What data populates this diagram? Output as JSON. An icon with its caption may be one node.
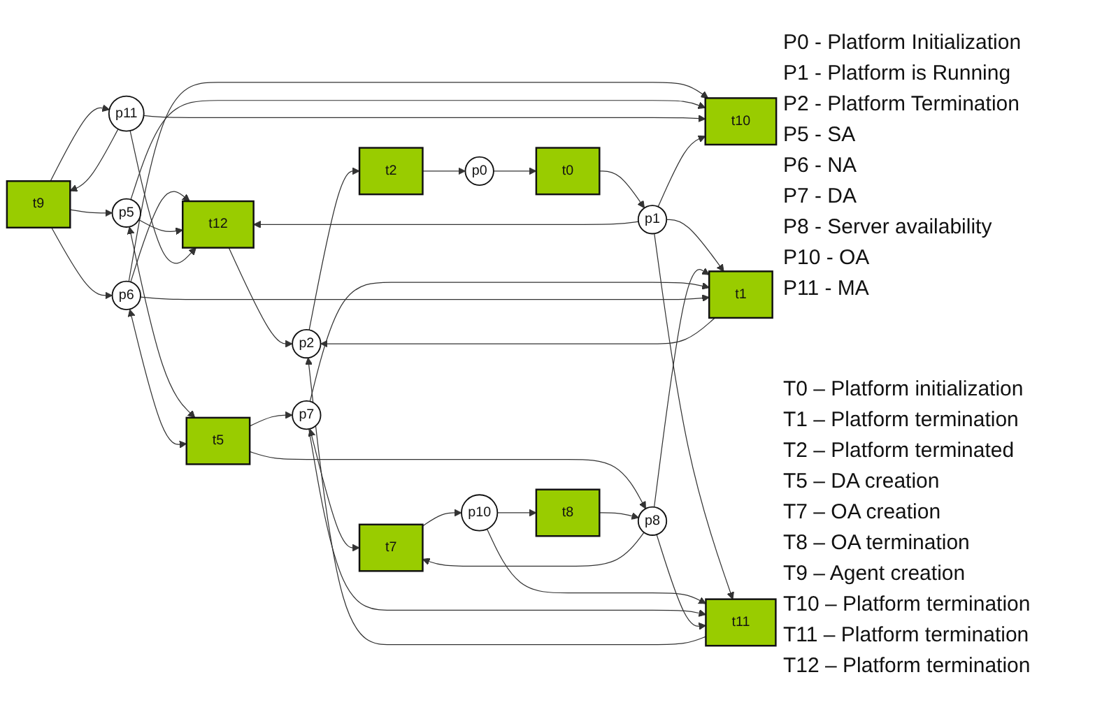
{
  "diagram": {
    "nodes": [
      {
        "text": [
          "t9"
        ]
      },
      {
        "text": [
          "p11"
        ]
      },
      {
        "text": [
          "t12"
        ]
      },
      {
        "text": [
          "t2"
        ]
      },
      {
        "text": [
          "p5"
        ]
      },
      {
        "text": [
          "p6"
        ]
      },
      {
        "text": [
          "p0"
        ]
      },
      {
        "text": [
          "t5"
        ]
      },
      {
        "text": [
          "t10"
        ]
      },
      {
        "text": [
          "t0"
        ]
      },
      {
        "text": [
          "p7"
        ]
      },
      {
        "text": [
          "p8"
        ]
      },
      {
        "text": [
          "p1"
        ]
      },
      {
        "text": [
          "t11"
        ]
      },
      {
        "text": [
          "t1"
        ]
      },
      {
        "text": [
          "p2"
        ]
      },
      {
        "text": [
          "t7"
        ]
      },
      {
        "text": [
          "t8"
        ]
      },
      {
        "text": [
          "p10"
        ]
      }
    ],
    "edges": [
      {
        "from": 6,
        "to": 9,
        "arrow": "to"
      },
      {
        "from": 9,
        "to": 12,
        "arrow": "to"
      },
      {
        "from": 3,
        "to": 6,
        "arrow": "to"
      },
      {
        "from": 15,
        "to": 3,
        "arrow": "to"
      },
      {
        "from": 12,
        "to": 14,
        "arrow": "to"
      },
      {
        "from": 14,
        "to": 15,
        "arrow": "to"
      },
      {
        "from": 12,
        "to": 13,
        "arrow": "to"
      },
      {
        "from": 13,
        "to": 15,
        "arrow": "to"
      },
      {
        "from": 2,
        "to": 15,
        "arrow": "to"
      },
      {
        "from": 0,
        "to": 1,
        "arrow": "to"
      },
      {
        "from": 0,
        "to": 4,
        "arrow": "to"
      },
      {
        "from": 0,
        "to": 5,
        "arrow": "to"
      },
      {
        "from": 1,
        "to": 0,
        "arrow": "to"
      },
      {
        "from": 4,
        "to": 7,
        "arrow": "both"
      },
      {
        "from": 5,
        "to": 7,
        "arrow": "both"
      },
      {
        "from": 7,
        "to": 10,
        "arrow": "to"
      },
      {
        "from": 7,
        "to": 11,
        "arrow": "to"
      },
      {
        "from": 10,
        "to": 16,
        "arrow": "both"
      },
      {
        "from": 11,
        "to": 16,
        "arrow": "to"
      },
      {
        "from": 17,
        "to": 11,
        "arrow": "to"
      },
      {
        "from": 16,
        "to": 18,
        "arrow": "to"
      },
      {
        "from": 18,
        "to": 17,
        "arrow": "to"
      },
      {
        "from": 18,
        "to": 13,
        "arrow": "to"
      },
      {
        "from": 5,
        "to": 8,
        "arrow": "to"
      },
      {
        "from": 4,
        "to": 8,
        "arrow": "to"
      },
      {
        "from": 1,
        "to": 8,
        "arrow": "to"
      },
      {
        "from": 5,
        "to": 2,
        "arrow": "to"
      },
      {
        "from": 4,
        "to": 2,
        "arrow": "to"
      },
      {
        "from": 1,
        "to": 2,
        "arrow": "to"
      },
      {
        "from": 10,
        "to": 13,
        "arrow": "to"
      },
      {
        "from": 11,
        "to": 13,
        "arrow": "to"
      },
      {
        "from": 11,
        "to": 14,
        "arrow": "to"
      },
      {
        "from": 10,
        "to": 14,
        "arrow": "to"
      },
      {
        "from": 5,
        "to": 14,
        "arrow": "to"
      },
      {
        "from": 12,
        "to": 2,
        "arrow": "to"
      },
      {
        "from": 12,
        "to": 8,
        "arrow": "to"
      }
    ],
    "labels": [
      "P0 - Platform Initialization",
      "P1 - Platform is Running",
      "P2 - Platform Termination",
      "P5 - SA",
      "P6 - NA",
      "P7 - DA",
      "P8 - Server availability",
      "P10 - OA",
      "P11 - MA",
      "T0 – Platform initialization",
      "T1 – Platform termination",
      "T2 – Platform terminated",
      "T5 – DA creation",
      "T7 – OA creation",
      "T8 – OA termination",
      "T9 – Agent creation",
      "T10 – Platform termination",
      "T11 – Platform termination",
      "T12 – Platform termination"
    ]
  }
}
